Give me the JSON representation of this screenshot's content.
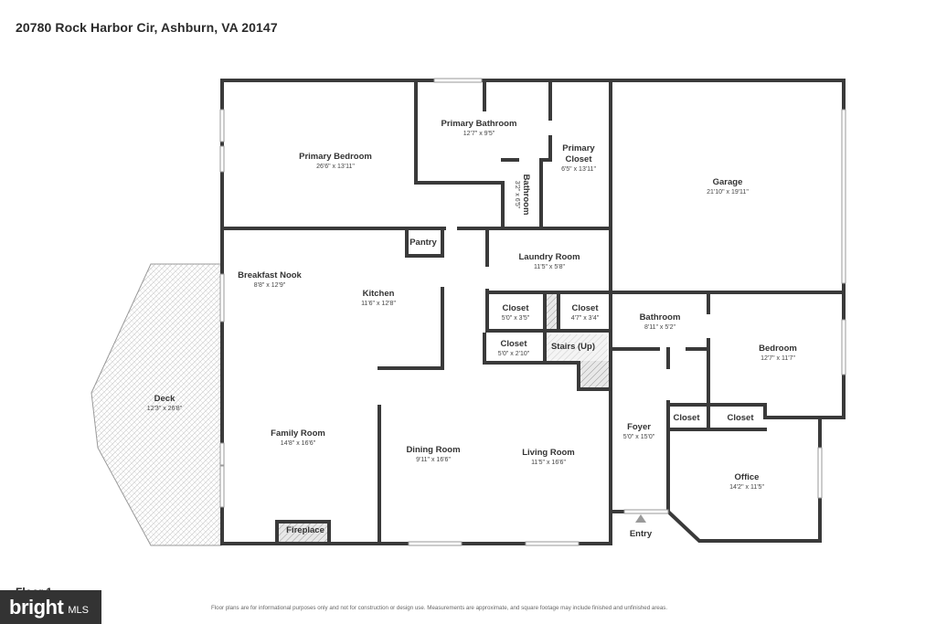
{
  "address": "20780 Rock Harbor Cir, Ashburn, VA 20147",
  "floor_label": "Floor 1",
  "disclaimer": "Floor plans are for informational purposes only and not for construction or design use. Measurements are approximate, and square footage may include finished and unfinished areas.",
  "logo": {
    "brand": "bright",
    "suffix": "MLS"
  },
  "entry_label": "Entry",
  "rooms": {
    "primary_bedroom": {
      "name": "Primary Bedroom",
      "dim": "26'6\" x 13'11\""
    },
    "primary_bathroom": {
      "name": "Primary Bathroom",
      "dim": "12'7\" x 9'5\""
    },
    "primary_closet_line1": "Primary",
    "primary_closet_line2": "Closet",
    "primary_closet_dim": "6'5\" x 13'11\"",
    "bathroom_small": {
      "name": "Bathroom",
      "dim": "3'2\" x 6'5\""
    },
    "garage": {
      "name": "Garage",
      "dim": "21'10\" x 19'11\""
    },
    "pantry": {
      "name": "Pantry"
    },
    "laundry": {
      "name": "Laundry Room",
      "dim": "11'5\" x 5'8\""
    },
    "breakfast_nook": {
      "name": "Breakfast Nook",
      "dim": "8'8\" x 12'9\""
    },
    "kitchen": {
      "name": "Kitchen",
      "dim": "11'6\" x 12'8\""
    },
    "closet_a": {
      "name": "Closet",
      "dim": "5'0\" x 3'5\""
    },
    "closet_b": {
      "name": "Closet",
      "dim": "4'7\" x 3'4\""
    },
    "closet_c": {
      "name": "Closet",
      "dim": "5'0\" x 2'10\""
    },
    "stairs": {
      "name": "Stairs (Up)"
    },
    "bathroom_main": {
      "name": "Bathroom",
      "dim": "8'11\" x 5'2\""
    },
    "bedroom": {
      "name": "Bedroom",
      "dim": "12'7\" x 11'7\""
    },
    "closet_d": {
      "name": "Closet"
    },
    "closet_e": {
      "name": "Closet"
    },
    "deck": {
      "name": "Deck",
      "dim": "12'3\" x 26'8\""
    },
    "family_room": {
      "name": "Family Room",
      "dim": "14'8\" x 16'6\""
    },
    "fireplace": {
      "name": "Fireplace"
    },
    "dining_room": {
      "name": "Dining Room",
      "dim": "9'11\" x 16'6\""
    },
    "living_room": {
      "name": "Living Room",
      "dim": "11'5\" x 16'6\""
    },
    "foyer": {
      "name": "Foyer",
      "dim": "5'0\" x 15'0\""
    },
    "office": {
      "name": "Office",
      "dim": "14'2\" x 11'5\""
    }
  }
}
